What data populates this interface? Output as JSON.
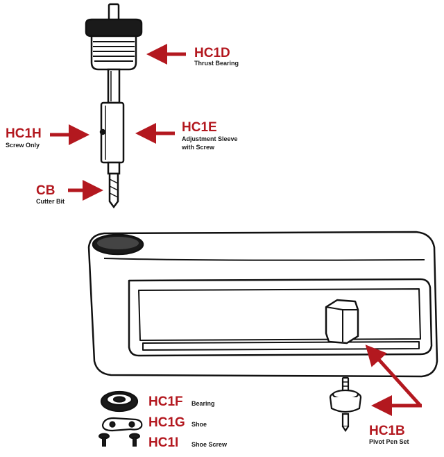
{
  "colors": {
    "accent": "#b3181f",
    "ink": "#111111"
  },
  "parts": {
    "hc1d": {
      "code": "HC1D",
      "desc": "Thrust Bearing"
    },
    "hc1e": {
      "code": "HC1E",
      "desc_line1": "Adjustment Sleeve",
      "desc_line2": "with Screw"
    },
    "hc1h": {
      "code": "HC1H",
      "desc": "Screw Only"
    },
    "cb": {
      "code": "CB",
      "desc": "Cutter Bit"
    },
    "hc1b": {
      "code": "HC1B",
      "desc": "Pivot Pen Set"
    },
    "hc1f": {
      "code": "HC1F",
      "desc": "Bearing"
    },
    "hc1g": {
      "code": "HC1G",
      "desc": "Shoe"
    },
    "hc1i": {
      "code": "HC1I",
      "desc": "Shoe Screw"
    }
  }
}
